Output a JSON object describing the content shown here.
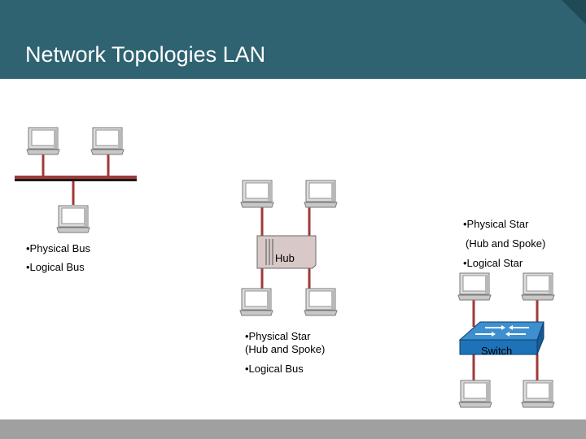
{
  "slide": {
    "title": "Network Topologies LAN"
  },
  "colors": {
    "header": "#2f6371",
    "cable": "#a03a3a",
    "footer": "#a0a0a0",
    "hub_body": "#d8c8c8",
    "switch_body": "#1e73b8"
  },
  "bus_topology": {
    "line1": "•Physical Bus",
    "line2": "•Logical Bus"
  },
  "hub_topology": {
    "device_label": "Hub",
    "line1": "•Physical Star",
    "line2": "(Hub and Spoke)",
    "line3": "•Logical Bus"
  },
  "switch_topology": {
    "device_label": "Switch",
    "line1": "•Physical Star",
    "line2": "(Hub and Spoke)",
    "line3": "•Logical Star"
  },
  "icons": [
    "computer-icon",
    "hub-icon",
    "switch-icon"
  ]
}
